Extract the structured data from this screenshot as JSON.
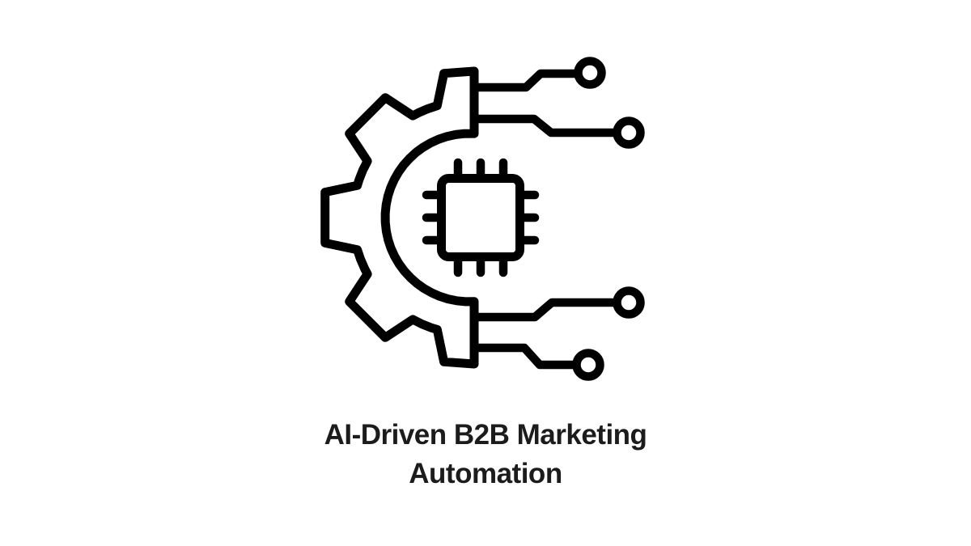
{
  "page": {
    "background_color": "#ffffff"
  },
  "illustration": {
    "icon": "gear-with-chip-and-circuit-traces",
    "color": "#000000"
  },
  "caption": {
    "line1": "AI-Driven B2B Marketing",
    "line2": "Automation",
    "color": "#1c1c1c"
  }
}
